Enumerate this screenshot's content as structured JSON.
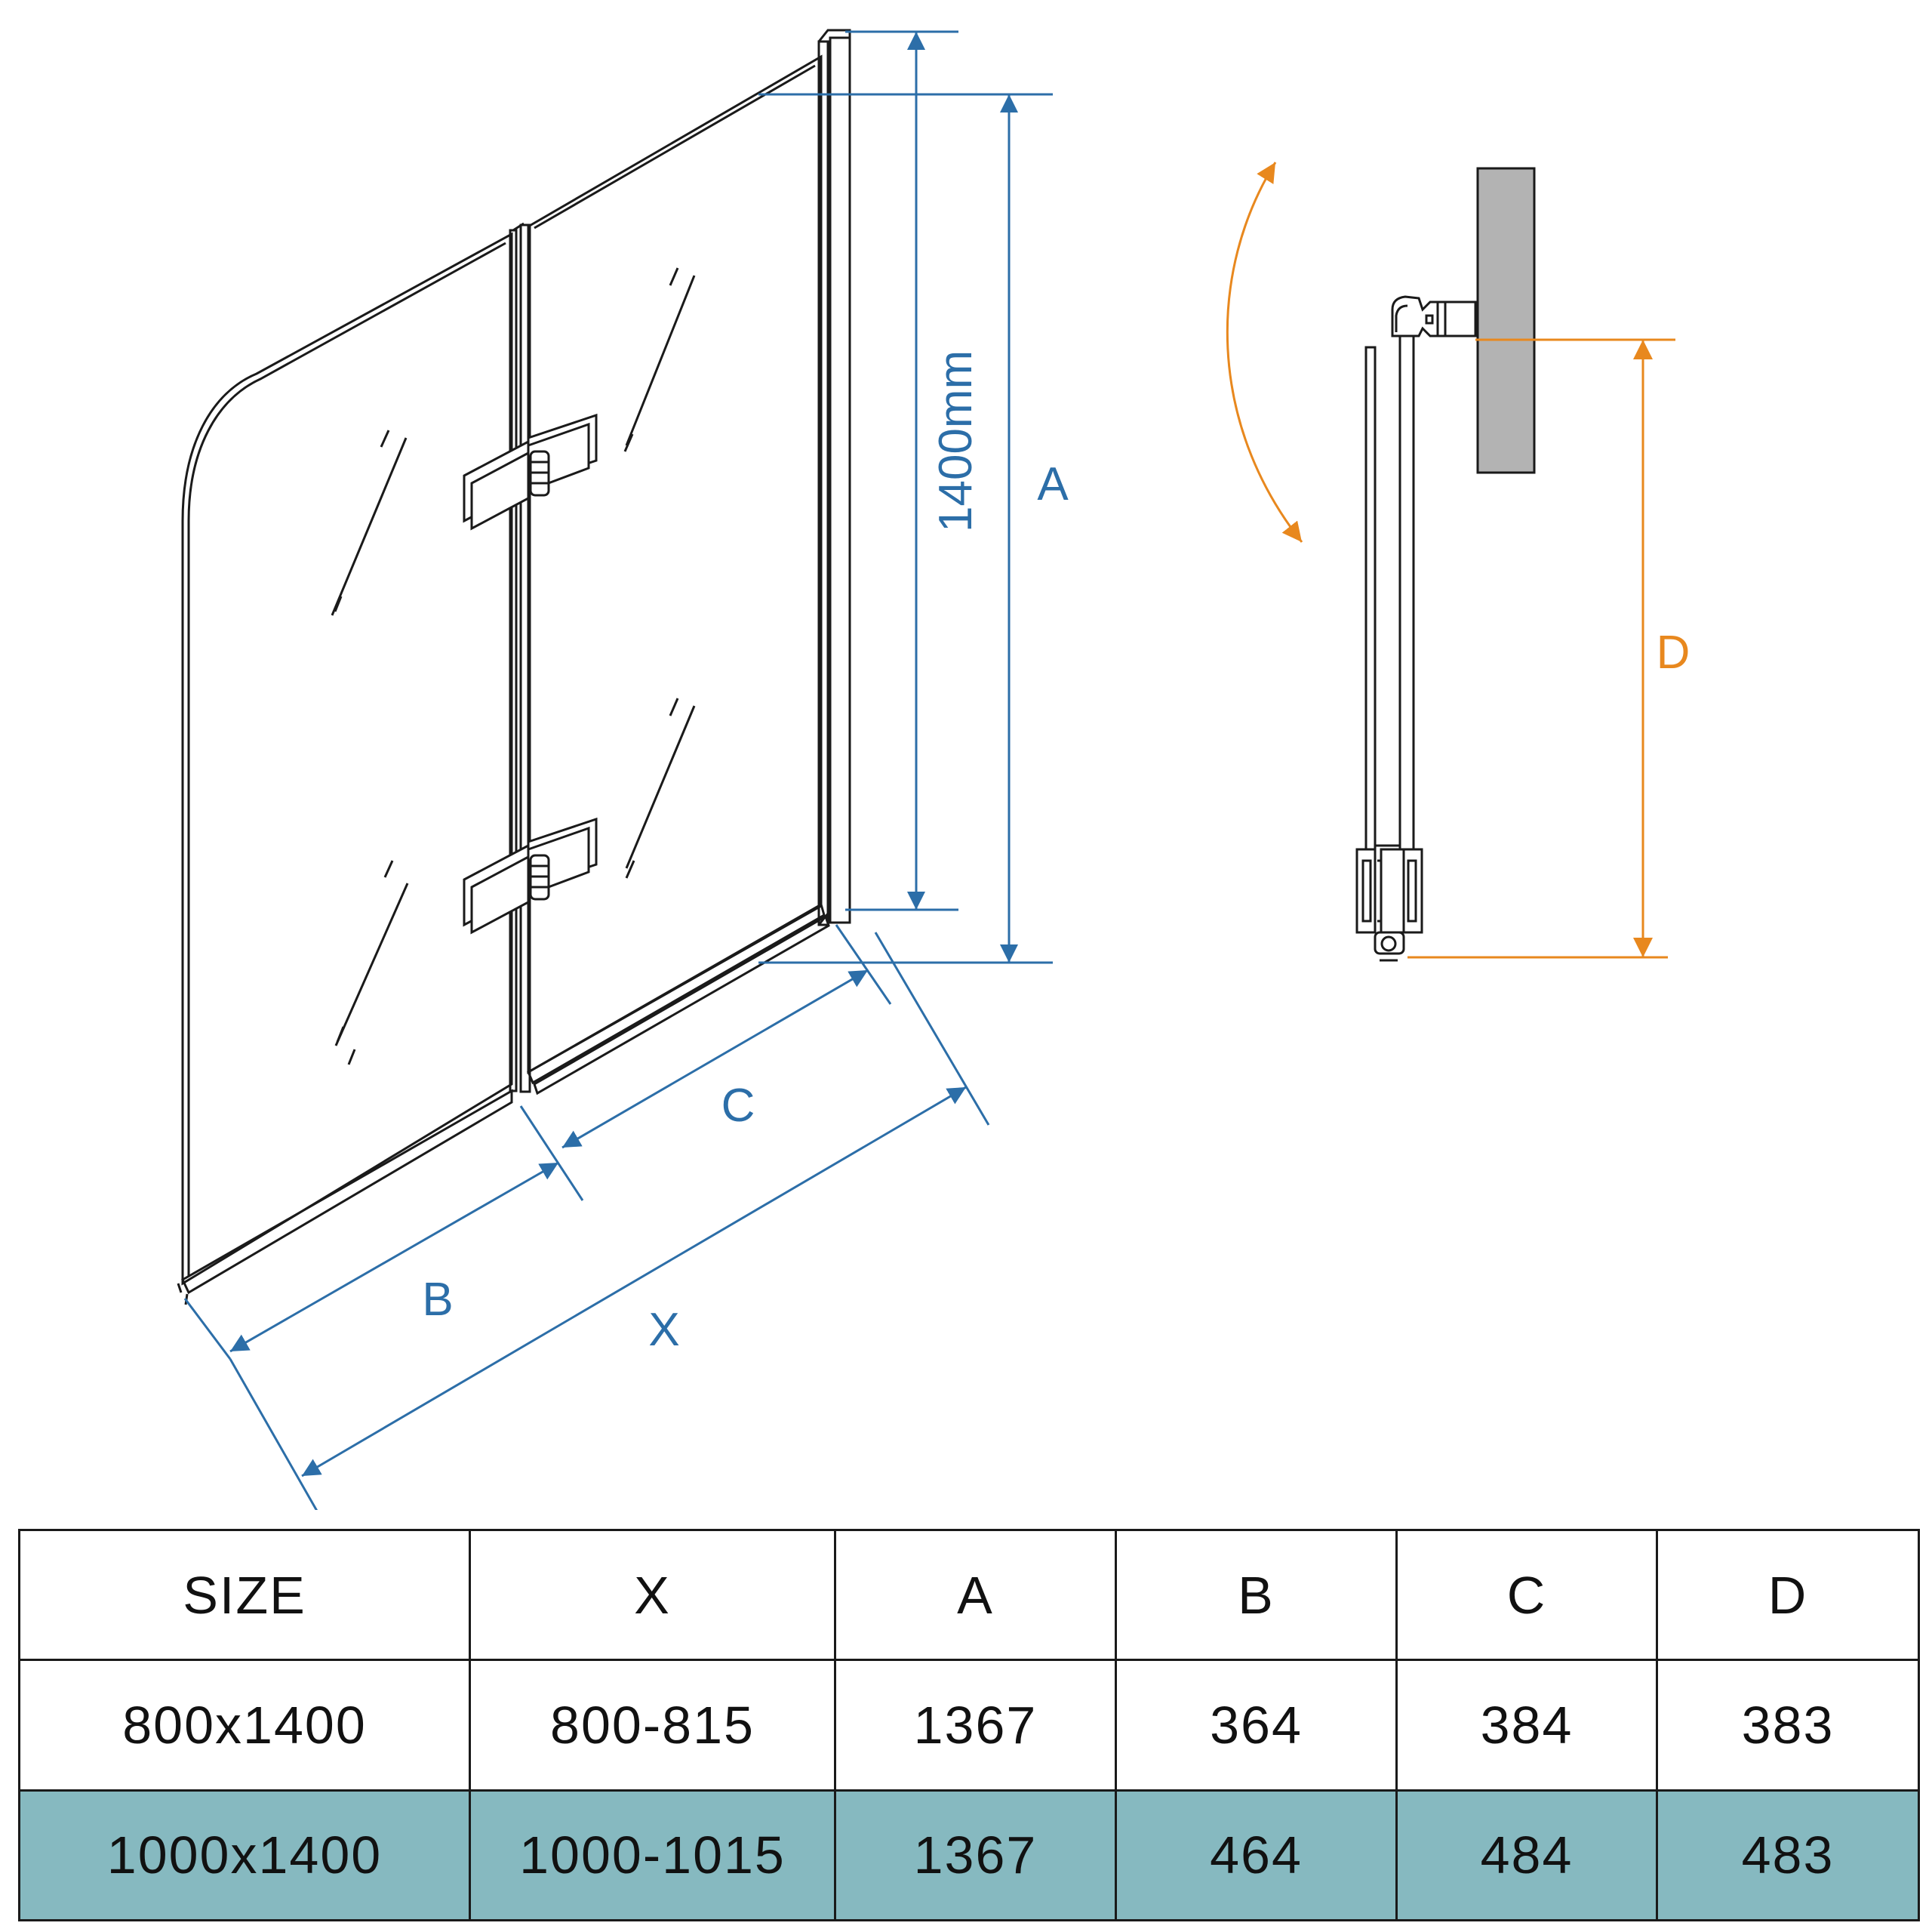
{
  "drawing": {
    "height_label": "1400mm",
    "dimension_labels": {
      "a": "A",
      "b": "B",
      "c": "C",
      "x": "X",
      "d": "D"
    },
    "colors": {
      "dimension": "#2c6ea8",
      "swing": "#e8881e",
      "line": "#1a1a1a",
      "wall": "#b3b3b3",
      "table_highlight": "#86b9c0"
    }
  },
  "table": {
    "headers": [
      "SIZE",
      "X",
      "A",
      "B",
      "C",
      "D"
    ],
    "rows": [
      [
        "800x1400",
        "800-815",
        "1367",
        "364",
        "384",
        "383"
      ],
      [
        "1000x1400",
        "1000-1015",
        "1367",
        "464",
        "484",
        "483"
      ]
    ]
  }
}
